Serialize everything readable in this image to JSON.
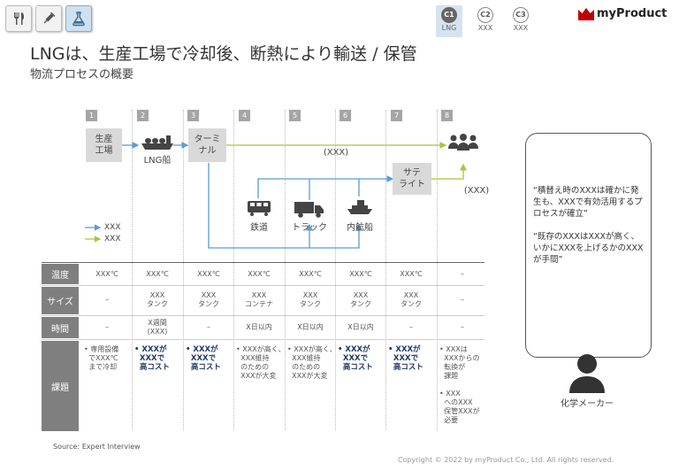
{
  "toolbar": {
    "icons": [
      "fork-knife-icon",
      "syringe-icon",
      "flask-icon"
    ]
  },
  "cases": [
    {
      "code": "C1",
      "label": "LNG"
    },
    {
      "code": "C2",
      "label": "XXX"
    },
    {
      "code": "C3",
      "label": "XXX"
    }
  ],
  "logo": {
    "text": "myProduct"
  },
  "title": "LNGは、生産工場で冷却後、断熱により輸送 / 保管",
  "subtitle": "物流プロセスの概要",
  "steps": [
    "1",
    "2",
    "3",
    "4",
    "5",
    "6",
    "7",
    "8"
  ],
  "flow": {
    "factory": "生産\n工場",
    "lng_ship": "LNG船",
    "terminal": "ターミ\nナル",
    "satellite": "サテ\nライト",
    "rail": "鉄道",
    "truck": "トラック",
    "inland_ship": "内航船",
    "top_route_label": "(XXX)",
    "sat_route_label": "(XXX)"
  },
  "legend": [
    {
      "label": "XXX",
      "color": "#5b9bd5"
    },
    {
      "label": "XXX",
      "color": "#a9c43a"
    }
  ],
  "table": {
    "row_labels": [
      "温度",
      "サイズ",
      "時間",
      "課題"
    ],
    "temperature": [
      "XXX℃",
      "XXX℃",
      "XXX℃",
      "XXX℃",
      "XXX℃",
      "XXX℃",
      "XXX℃",
      "–"
    ],
    "size": [
      "–",
      "XXX\nタンク",
      "XXX\nタンク",
      "XXX\nコンテナ",
      "XXX\nタンク",
      "XXX\nタンク",
      "XXX\nタンク",
      "–"
    ],
    "time": [
      "–",
      "X週間\n(XXX)",
      "–",
      "X日以内",
      "X日以内",
      "X日以内",
      "–",
      "–"
    ],
    "issues": [
      "• 専用設備\n  でXXX℃\n  まで冷却",
      "• XXXが\n  XXXで\n  高コスト",
      "• XXXが\n  XXXで\n  高コスト",
      "• XXXが高く、\n  XXX維持\n  のための\n  XXXが大変",
      "• XXXが高く、\n  XXX維持\n  のための\n  XXXが大変",
      "• XXXが\n  XXXで\n  高コスト",
      "• XXXが\n  XXXで\n  高コスト",
      "• XXXは\n  XXXからの\n  転換が\n  課題\n\n• XXX\n  へのXXX\n  保管XXXが\n  必要"
    ]
  },
  "quote": {
    "line1": "“積替え時のXXXは確かに発生も、XXXで有効活用するプロセスが確立”",
    "line2": "“既存のXXXはXXXが高く、いかにXXXを上げるかのXXXが手間”",
    "speaker": "化学メーカー"
  },
  "source": "Source: Expert Interview",
  "copyright": "Copyright © 2022 by myProduct Co., Ltd.  All rights reserved.",
  "colors": {
    "blue_arrow": "#5b9bd5",
    "green_arrow": "#a9c43a",
    "issue_blue": "#1f3864",
    "logo_red": "#c00000"
  }
}
